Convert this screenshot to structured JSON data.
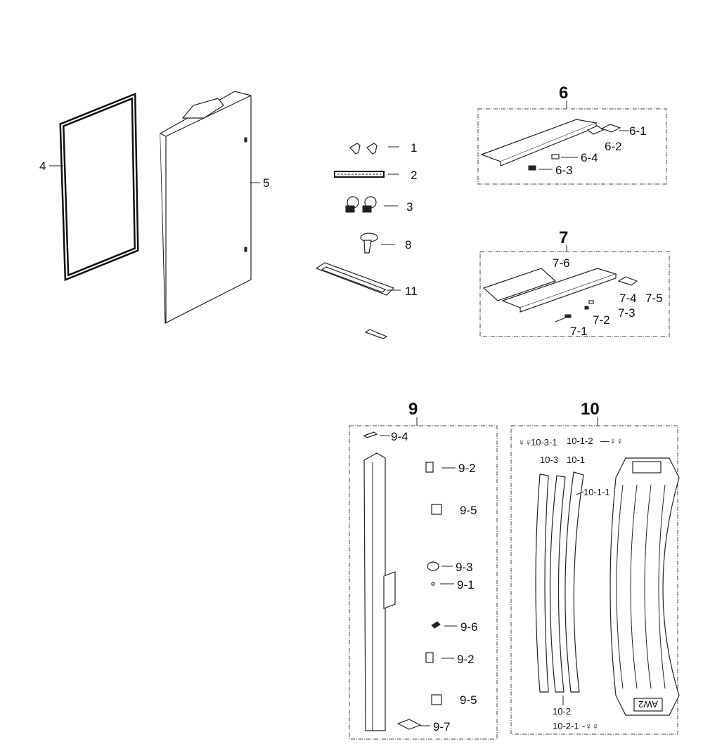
{
  "groups": {
    "g6": "6",
    "g7": "7",
    "g9": "9",
    "g10": "10"
  },
  "labels": {
    "p1": "1",
    "p2": "2",
    "p3": "3",
    "p4": "4",
    "p5": "5",
    "p8": "8",
    "p11": "11",
    "p6_1": "6-1",
    "p6_2": "6-2",
    "p6_3": "6-3",
    "p6_4": "6-4",
    "p7_1": "7-1",
    "p7_2": "7-2",
    "p7_3": "7-3",
    "p7_4": "7-4",
    "p7_5": "7-5",
    "p7_6": "7-6",
    "p9_1": "9-1",
    "p9_2a": "9-2",
    "p9_2b": "9-2",
    "p9_3": "9-3",
    "p9_4": "9-4",
    "p9_5a": "9-5",
    "p9_5b": "9-5",
    "p9_6": "9-6",
    "p9_7": "9-7",
    "p10_1": "10-1",
    "p10_1_1": "10-1-1",
    "p10_1_2": "10-1-2",
    "p10_2": "10-2",
    "p10_2_1": "10-2-1",
    "p10_3": "10-3",
    "p10_3_1": "10-3-1"
  },
  "embossed_text": "AW2"
}
